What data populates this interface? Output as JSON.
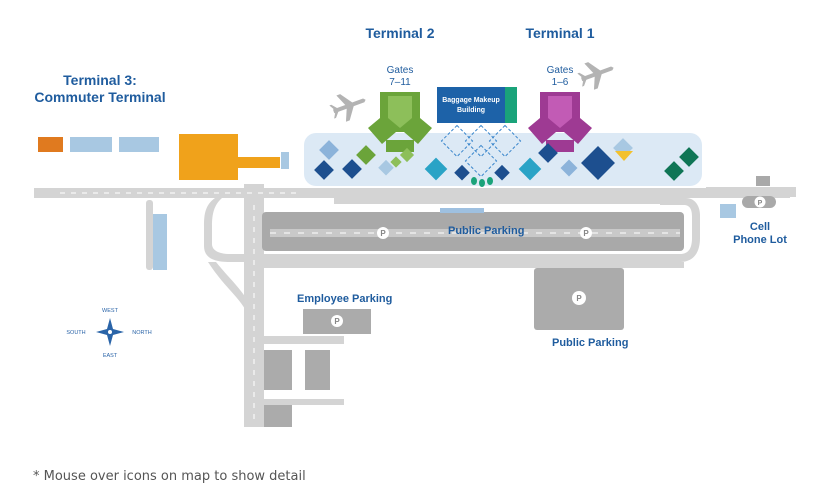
{
  "terminals": {
    "t1": {
      "name": "Terminal 1",
      "gates_label": "Gates",
      "gates_range": "1–6"
    },
    "t2": {
      "name": "Terminal 2",
      "gates_label": "Gates",
      "gates_range": "7–11"
    },
    "t3": {
      "line1": "Terminal 3:",
      "line2": "Commuter Terminal"
    }
  },
  "buildings": {
    "baggage_line1": "Baggage Makeup",
    "baggage_line2": "Building"
  },
  "parking": {
    "public_parking_center": "Public Parking",
    "public_parking_lot": "Public Parking",
    "employee_parking": "Employee Parking",
    "cell_line1": "Cell",
    "cell_line2": "Phone Lot",
    "p_symbol": "P"
  },
  "compass": {
    "north": "NORTH",
    "south": "SOUTH",
    "east": "EAST",
    "west": "WEST"
  },
  "footnote": "* Mouse over icons on map to show detail",
  "colors": {
    "title_blue": "#1f5c9e",
    "terminal2_green": "#6ba43a",
    "terminal1_purple": "#9e3a93",
    "baggage_blue": "#1d62a8",
    "road_gray": "#d4d4d4",
    "parking_gray": "#ababab",
    "light_blue": "#a8c8e2",
    "orange": "#f0a21b",
    "dark_orange": "#e07a1f",
    "teal": "#2aa3c6",
    "dark_teal": "#0f7555",
    "navy": "#1d4f8f",
    "yellow": "#f2c12e"
  }
}
